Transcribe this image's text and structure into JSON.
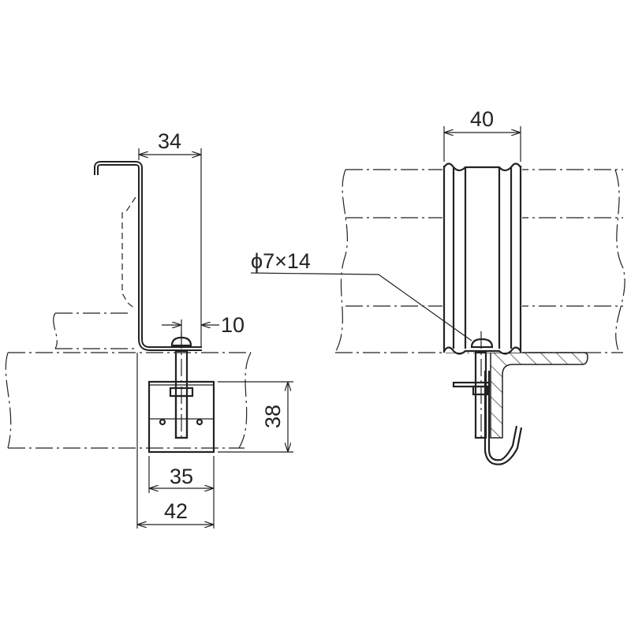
{
  "left_view": {
    "dimensions": {
      "width_top": "34",
      "bolt_offset": "10",
      "height_block": "38",
      "block_inner_width": "35",
      "block_outer_width": "42"
    }
  },
  "right_view": {
    "dimensions": {
      "channel_width": "40"
    },
    "hole_label": "ϕ7×14"
  },
  "colors": {
    "line": "#222222",
    "background": "#ffffff"
  }
}
